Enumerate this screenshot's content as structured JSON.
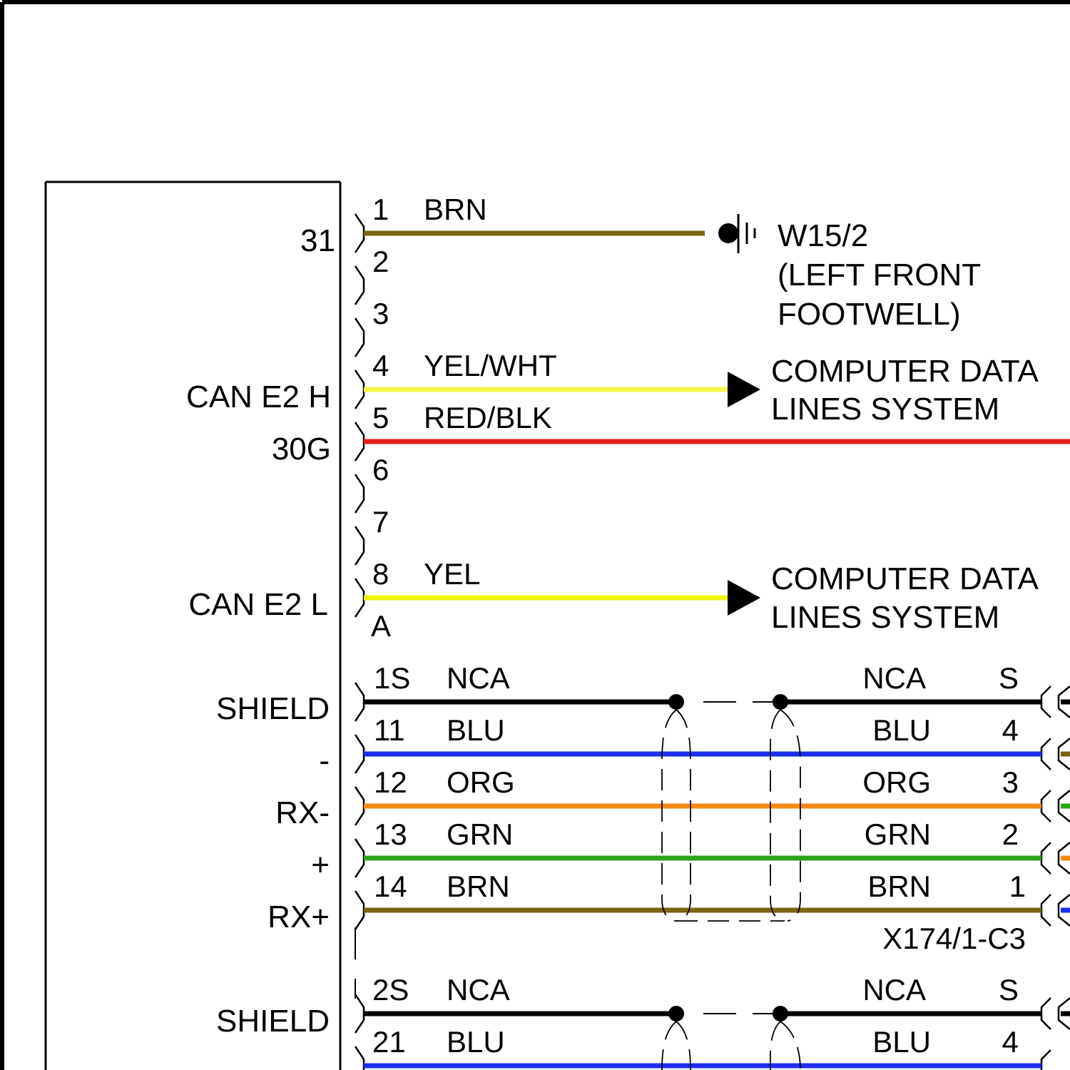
{
  "ecu_pins": {
    "p31": "31",
    "can_h": "CAN E2 H",
    "p30g": "30G",
    "can_l": "CAN E2 L",
    "shield_1": "SHIELD",
    "minus": "-",
    "rx_minus": "RX-",
    "plus": "+",
    "rx_plus": "RX+",
    "shield_2": "SHIELD"
  },
  "connector_a": {
    "pins": [
      "1",
      "2",
      "3",
      "4",
      "5",
      "6",
      "7",
      "8"
    ],
    "label": "A"
  },
  "upper_wires": [
    {
      "pin": "1",
      "color_name": "BRN",
      "color": "#7a6412"
    },
    {
      "pin": "4",
      "color_name": "YEL/WHT",
      "color": "#f6f64a"
    },
    {
      "pin": "5",
      "color_name": "RED/BLK",
      "color": "#e8201c"
    },
    {
      "pin": "8",
      "color_name": "YEL",
      "color": "#f2f20a"
    }
  ],
  "ground": {
    "id": "W15/2",
    "location_line1": "(LEFT FRONT",
    "location_line2": "FOOTWELL)"
  },
  "data_lines": {
    "line1": "COMPUTER DATA",
    "line2": "LINES SYSTEM"
  },
  "cable_group_1": [
    {
      "pin": "1S",
      "color_name": "NCA",
      "far_pin": "S",
      "color": "#000000"
    },
    {
      "pin": "11",
      "color_name": "BLU",
      "far_pin": "4",
      "color": "#1a2ff0"
    },
    {
      "pin": "12",
      "color_name": "ORG",
      "far_pin": "3",
      "color": "#f28a12"
    },
    {
      "pin": "13",
      "color_name": "GRN",
      "far_pin": "2",
      "color": "#2ea41a"
    },
    {
      "pin": "14",
      "color_name": "BRN",
      "far_pin": "1",
      "color": "#7a6412"
    }
  ],
  "far_connector": "X174/1-C3",
  "cable_group_2": [
    {
      "pin": "2S",
      "color_name": "NCA",
      "far_pin": "S",
      "color": "#000000"
    },
    {
      "pin": "21",
      "color_name": "BLU",
      "far_pin": "4",
      "color": "#1a2ff0"
    }
  ]
}
